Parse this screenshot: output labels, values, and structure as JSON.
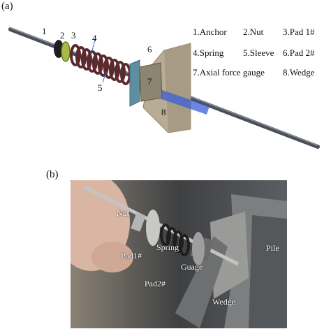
{
  "panel_a": {
    "tag": "(a)",
    "part_numbers": [
      "1",
      "2",
      "3",
      "4",
      "5",
      "6",
      "7",
      "8"
    ],
    "legend": [
      {
        "text": "1.Anchor"
      },
      {
        "text": "2.Nut"
      },
      {
        "text": "3.Pad 1#"
      },
      {
        "text": "4.Spring"
      },
      {
        "text": "5.Sleeve"
      },
      {
        "text": "6.Pad 2#"
      },
      {
        "text": "7.Axial force gauge"
      },
      {
        "text": "8.Wedge"
      }
    ]
  },
  "panel_b": {
    "tag": "(b)",
    "photo_labels": {
      "nut": "Nut",
      "spring": "Spring",
      "pad1": "Pad1#",
      "gauge": "Guage",
      "pad2": "Pad2#",
      "wedge": "Wedge",
      "pile": "Pile"
    }
  },
  "colors": {
    "rod": "#4a4f59",
    "spring": "#5b2a2f",
    "pad1": "#a9b84a",
    "pad2": "#5d8fa0",
    "sleeve": "#3b5fd6",
    "wedge": "#b9ac94"
  }
}
